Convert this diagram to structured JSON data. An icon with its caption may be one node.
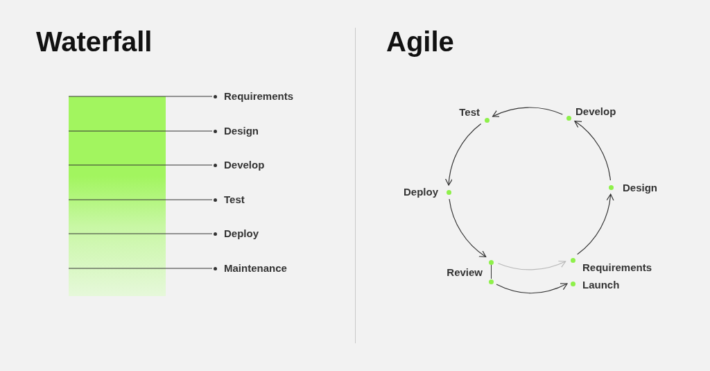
{
  "diagram": {
    "nodes": [
      {
        "text": [],
        "shape": "bar"
      },
      {
        "text": [
          "Requirements"
        ]
      },
      {
        "text": [
          "Design"
        ]
      },
      {
        "text": [
          "Develop"
        ]
      },
      {
        "text": [
          "Test"
        ]
      },
      {
        "text": [
          "Deploy"
        ]
      },
      {
        "text": [
          "Maintenance"
        ]
      },
      {
        "text": [
          "Test"
        ]
      },
      {
        "text": [
          "Develop"
        ]
      },
      {
        "text": [
          "Deploy"
        ]
      },
      {
        "text": [
          "Design"
        ]
      },
      {
        "text": [
          "Review"
        ]
      },
      {
        "text": [
          "Requirements"
        ]
      },
      {
        "text": [
          "Launch"
        ]
      }
    ],
    "edges": [
      {
        "from": 1,
        "to": 0,
        "arrow": "none"
      },
      {
        "from": 2,
        "to": 0,
        "arrow": "none"
      },
      {
        "from": 3,
        "to": 0,
        "arrow": "none"
      },
      {
        "from": 4,
        "to": 0,
        "arrow": "none"
      },
      {
        "from": 5,
        "to": 0,
        "arrow": "none"
      },
      {
        "from": 6,
        "to": 0,
        "arrow": "none"
      },
      {
        "from": 12,
        "to": 10,
        "arrow": "to"
      },
      {
        "from": 10,
        "to": 8,
        "arrow": "to"
      },
      {
        "from": 8,
        "to": 7,
        "arrow": "to"
      },
      {
        "from": 7,
        "to": 9,
        "arrow": "to"
      },
      {
        "from": 9,
        "to": 11,
        "arrow": "to"
      },
      {
        "from": 11,
        "to": 12,
        "arrow": "to",
        "color": "#b8b8b8"
      },
      {
        "from": 11,
        "to": 13,
        "arrow": "to"
      }
    ],
    "labels": [
      "Waterfall",
      "Agile"
    ]
  }
}
